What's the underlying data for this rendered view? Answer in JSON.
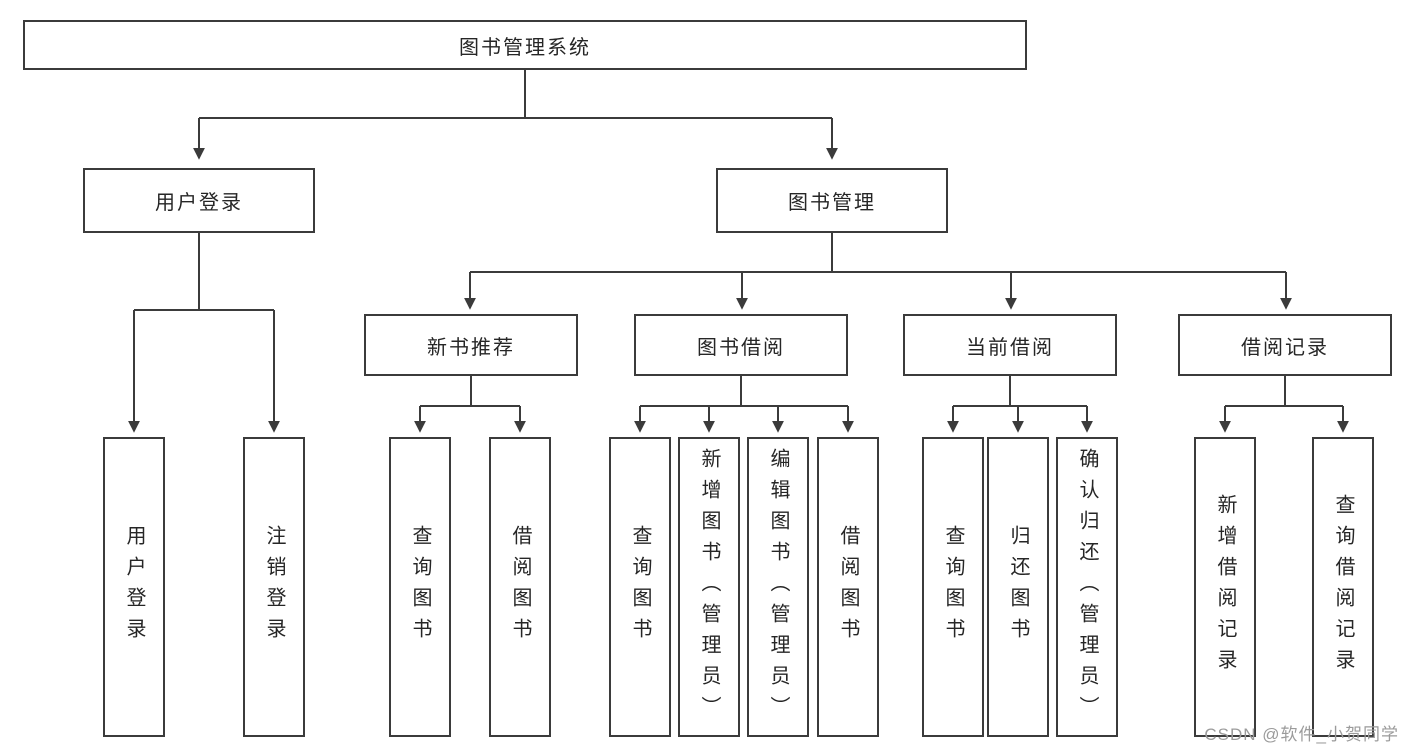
{
  "diagram_type": "hierarchy-tree",
  "colors": {
    "box_border": "#3b3b3b",
    "box_fill": "#ffffff",
    "line": "#3b3b3b",
    "text": "#262626",
    "watermark": "#9b9b9b",
    "background": "#ffffff"
  },
  "watermark": {
    "text": "CSDN @软件_小贺同学"
  },
  "nodes": {
    "root": {
      "label": "图书管理系统",
      "children": [
        "user_login",
        "book_management"
      ]
    },
    "user_login": {
      "label": "用户登录",
      "children": [
        "leaf_user_login",
        "leaf_logout"
      ]
    },
    "book_management": {
      "label": "图书管理",
      "children": [
        "new_book_recommendation",
        "book_borrowing",
        "current_borrowing",
        "borrowing_records"
      ]
    },
    "new_book_recommendation": {
      "label": "新书推荐",
      "children": [
        "leaf_rec_query_books",
        "leaf_rec_borrow_books"
      ]
    },
    "book_borrowing": {
      "label": "图书借阅",
      "children": [
        "leaf_bb_query_books",
        "leaf_bb_add_books",
        "leaf_bb_edit_books",
        "leaf_bb_borrow_books"
      ]
    },
    "current_borrowing": {
      "label": "当前借阅",
      "children": [
        "leaf_cb_query_books",
        "leaf_cb_return_books",
        "leaf_cb_confirm_return"
      ]
    },
    "borrowing_records": {
      "label": "借阅记录",
      "children": [
        "leaf_br_add_record",
        "leaf_br_query_record"
      ]
    },
    "leaf_user_login": {
      "label": "用户登录"
    },
    "leaf_logout": {
      "label": "注销登录"
    },
    "leaf_rec_query_books": {
      "label": "查询图书"
    },
    "leaf_rec_borrow_books": {
      "label": "借阅图书"
    },
    "leaf_bb_query_books": {
      "label": "查询图书"
    },
    "leaf_bb_add_books": {
      "label": "新增图书（管理员）"
    },
    "leaf_bb_edit_books": {
      "label": "编辑图书（管理员）"
    },
    "leaf_bb_borrow_books": {
      "label": "借阅图书"
    },
    "leaf_cb_query_books": {
      "label": "查询图书"
    },
    "leaf_cb_return_books": {
      "label": "归还图书"
    },
    "leaf_cb_confirm_return": {
      "label": "确认归还（管理员）"
    },
    "leaf_br_add_record": {
      "label": "新增借阅记录"
    },
    "leaf_br_query_record": {
      "label": "查询借阅记录"
    }
  }
}
